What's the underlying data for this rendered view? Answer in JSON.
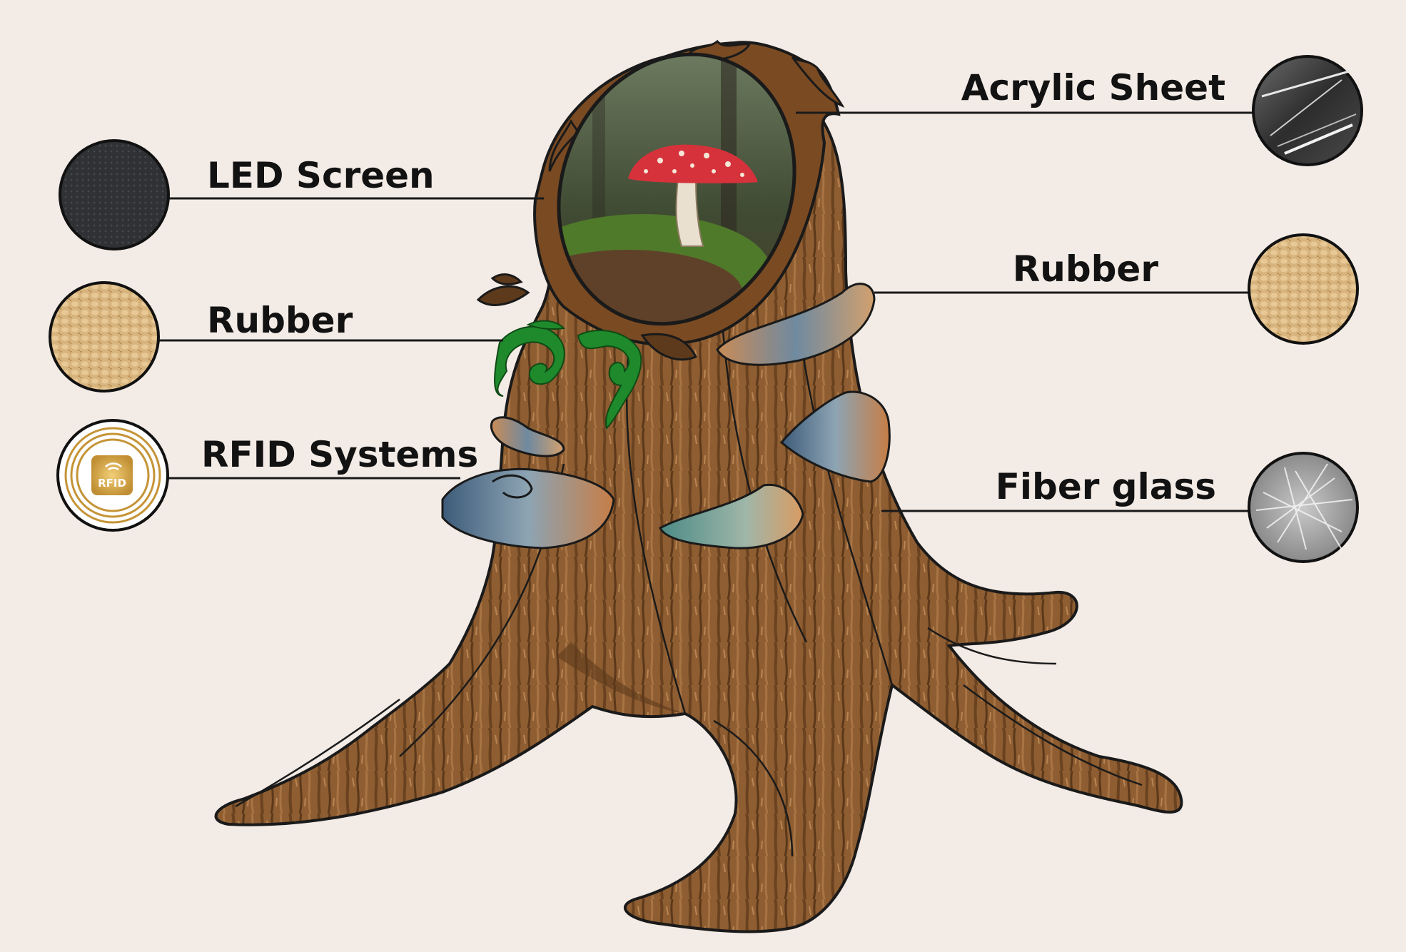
{
  "diagram": {
    "background": "#f3ebe6",
    "subject": "tree-stump-installation",
    "callouts": [
      {
        "id": "led-screen",
        "label": "LED Screen",
        "side": "left",
        "swatch": "dark-mesh",
        "swatch_color": "#2e3033"
      },
      {
        "id": "rubber-left",
        "label": "Rubber",
        "side": "left",
        "swatch": "tan-texture",
        "swatch_color": "#d6b27a"
      },
      {
        "id": "rfid-systems",
        "label": "RFID Systems",
        "side": "left",
        "swatch": "rfid-chip",
        "swatch_color": "#d6a64a",
        "swatch_text": "RFID"
      },
      {
        "id": "acrylic-sheet",
        "label": "Acrylic Sheet",
        "side": "right",
        "swatch": "clear-sheets",
        "swatch_color": "#3b3b3b"
      },
      {
        "id": "rubber-right",
        "label": "Rubber",
        "side": "right",
        "swatch": "tan-texture",
        "swatch_color": "#d6b27a"
      },
      {
        "id": "fiber-glass",
        "label": "Fiber glass",
        "side": "right",
        "swatch": "glass-fibers",
        "swatch_color": "#9a9a9a"
      }
    ],
    "colors": {
      "bark": "#8b5a2e",
      "bark_dark": "#5e3a1c",
      "outline": "#1a1a1a",
      "leaf": "#1f8a2c",
      "mushroom_cap": "#d6323c",
      "moss": "#4f7a2a",
      "fungus_blue": "#4d6f8a",
      "fungus_orange": "#c9834a"
    }
  }
}
